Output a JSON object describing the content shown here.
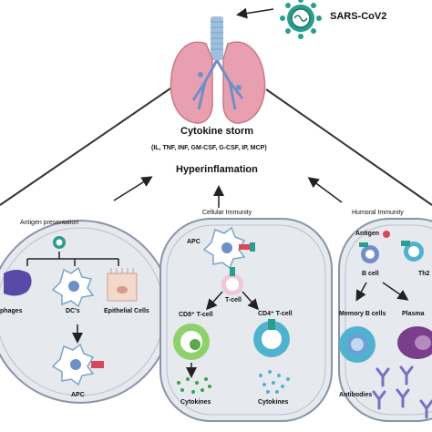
{
  "virus_label": "SARS-CoV2",
  "lungs": {
    "title": "Cytokine storm",
    "cytokines": "(IL, TNF, INF, GM-CSF, G-CSF, IP, MCP)",
    "outcome": "Hyperinflamation"
  },
  "panels": {
    "antigen": {
      "title": "Antigen presentation",
      "cells": [
        "phages",
        "DC's",
        "Epithelial Cells"
      ],
      "apc": "APC"
    },
    "cellular": {
      "title": "Cellular Immunity",
      "apc": "APC",
      "tcell": "T-cell",
      "cd8": "CD8⁺ T-cell",
      "cd4": "CD4⁺ T-cell",
      "cytokines_left": "Cytokines",
      "cytokines_right": "Cytokines"
    },
    "humoral": {
      "title": "Humoral  Immunity",
      "antigen": "Antigen",
      "bcell": "B cell",
      "th2": "Th2",
      "memory": "Memory B cells",
      "plasma": "Plasma",
      "antibodies": "Antibodies"
    }
  },
  "colors": {
    "lung": "#e8a0b0",
    "trachea": "#9fc0dd",
    "virus": "#2a9d8f",
    "panel_fill": "#e6e9ee",
    "cell_green": "#8ed06a",
    "cell_cyan": "#4fb3cf",
    "antibody": "#7a6ec4"
  }
}
